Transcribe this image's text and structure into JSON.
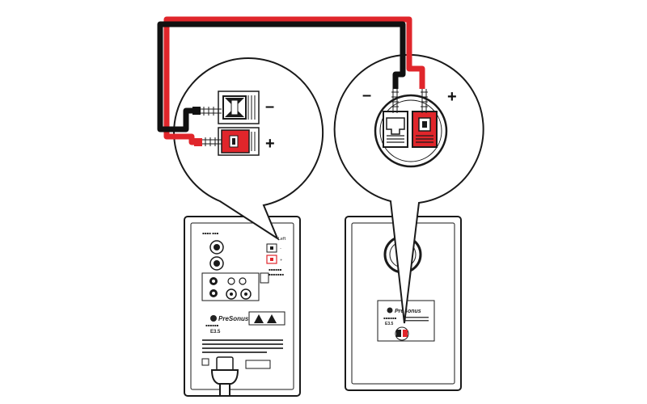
{
  "colors": {
    "positive_wire": "#e0262b",
    "negative_wire": "#111111",
    "outline": "#1a1a1a",
    "background": "#ffffff"
  },
  "left_callout": {
    "negative_sign": "–",
    "positive_sign": "+"
  },
  "right_callout": {
    "negative_sign": "–",
    "positive_sign": "+"
  },
  "left_speaker": {
    "panel_label": "Left",
    "brand": "PreSonus",
    "model": "E3.5",
    "terminal_negative_sign": "–",
    "terminal_positive_sign": "+"
  },
  "right_speaker": {
    "brand": "PreSonus",
    "model": "E3.5"
  },
  "icons": [
    "speaker-terminal-icon",
    "power-plug-icon",
    "warning-triangle-icon",
    "rca-jack-icon",
    "trs-jack-icon"
  ]
}
